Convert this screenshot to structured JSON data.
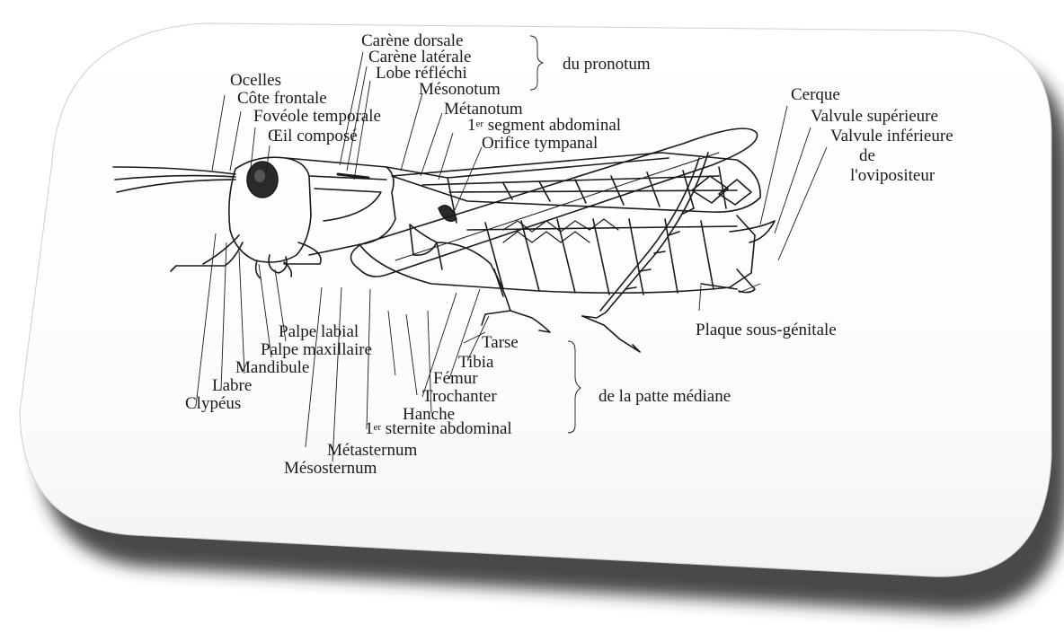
{
  "diagram": {
    "top_labels": {
      "carene_dorsale": "Carène dorsale",
      "carene_laterale": "Carène latérale",
      "lobe_reflechi": "Lobe réfléchi",
      "du_pronotum": "du pronotum",
      "ocelles": "Ocelles",
      "cote_frontale": "Côte frontale",
      "foveole_temporale": "Fovéole temporale",
      "oeil_compose": "Œil composé",
      "mesonotum": "Mésonotum",
      "metanotum": "Métanotum",
      "segment_abdominal_sup": "1",
      "segment_abdominal_sup_er": "er",
      "segment_abdominal": "segment abdominal",
      "orifice_tympanal": "Orifice tympanal"
    },
    "right_labels": {
      "cerque": "Cerque",
      "valvule_superieure": "Valvule supérieure",
      "valvule_inferieure": "Valvule inférieure",
      "de": "de",
      "ovipositeur": "l'ovipositeur",
      "plaque_sous_genitale": "Plaque sous-génitale"
    },
    "bottom_labels": {
      "palpe_labial": "Palpe labial",
      "palpe_maxillaire": "Palpe maxillaire",
      "mandibule": "Mandibule",
      "labre": "Labre",
      "clypeus": "Clypéus",
      "tarse": "Tarse",
      "tibia": "Tibia",
      "femur": "Fémur",
      "trochanter": "Trochanter",
      "hanche": "Hanche",
      "sternite_sup": "1",
      "sternite_sup_er": "er",
      "sternite_abdominal": "sternite abdominal",
      "metasternum": "Métasternum",
      "mesosternum": "Mésosternum",
      "patte_mediane": "de la patte médiane"
    }
  },
  "colors": {
    "line": "#1a1a1a",
    "card": "#ffffff",
    "shadow": "#3a3a3a"
  }
}
